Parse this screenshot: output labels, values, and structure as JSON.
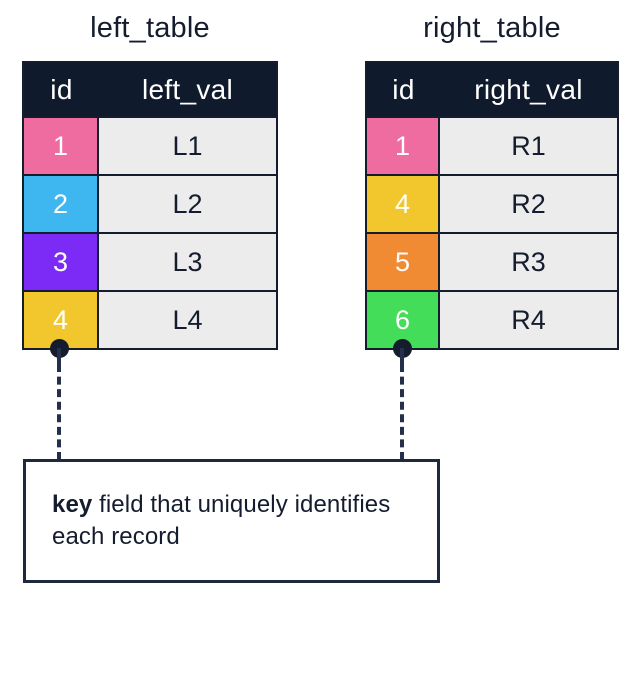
{
  "diagram": {
    "title_left": "left_table",
    "title_right": "right_table",
    "callout": {
      "bold_text": "key",
      "rest_text": " field that uniquely identifies each record"
    },
    "colors": {
      "header_bg": "#101a2d",
      "border": "#141c2e",
      "value_bg": "#ececec",
      "pink": "#ef6ca0",
      "blue": "#3eb6f0",
      "purple": "#7b2bf5",
      "yellow": "#f2c72e",
      "orange": "#f08a33",
      "green": "#44dd5a",
      "connector": "#24304a"
    }
  },
  "left_table": {
    "name": "left_table",
    "columns": [
      "id",
      "left_val"
    ],
    "rows": [
      {
        "id": "1",
        "value": "L1",
        "color": "#ef6ca0"
      },
      {
        "id": "2",
        "value": "L2",
        "color": "#3eb6f0"
      },
      {
        "id": "3",
        "value": "L3",
        "color": "#7b2bf5"
      },
      {
        "id": "4",
        "value": "L4",
        "color": "#f2c72e"
      }
    ]
  },
  "right_table": {
    "name": "right_table",
    "columns": [
      "id",
      "right_val"
    ],
    "rows": [
      {
        "id": "1",
        "value": "R1",
        "color": "#ef6ca0"
      },
      {
        "id": "4",
        "value": "R2",
        "color": "#f2c72e"
      },
      {
        "id": "5",
        "value": "R3",
        "color": "#f08a33"
      },
      {
        "id": "6",
        "value": "R4",
        "color": "#44dd5a"
      }
    ]
  }
}
